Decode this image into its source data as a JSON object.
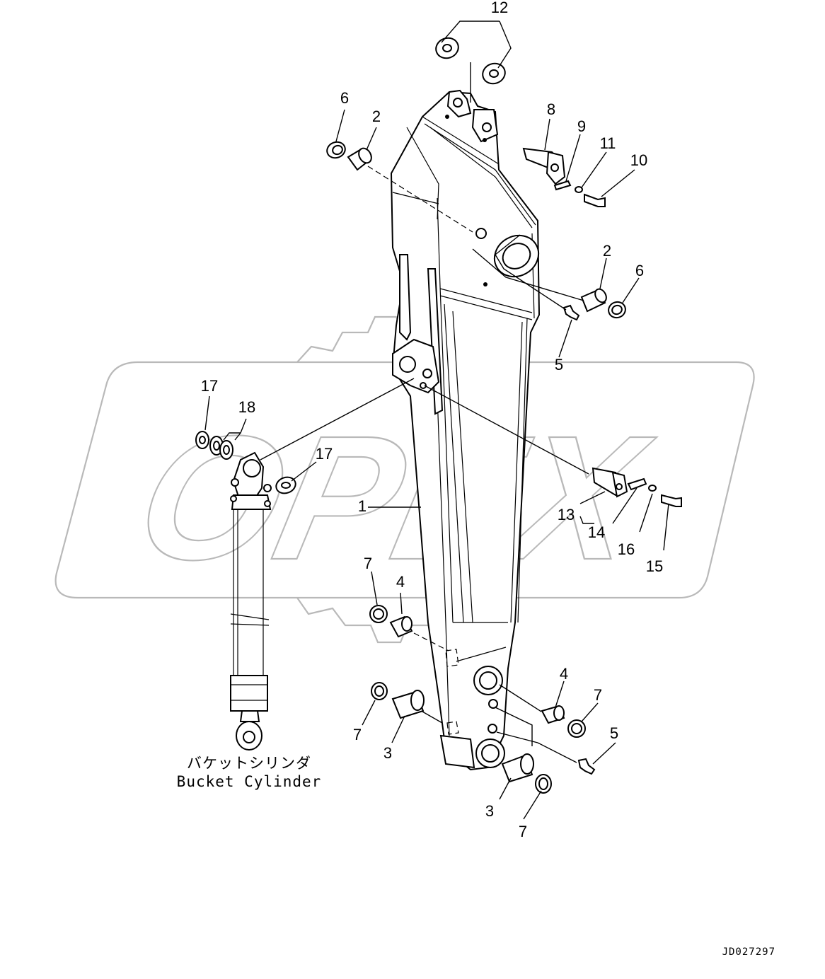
{
  "diagram": {
    "callouts": {
      "c1": "1",
      "c2a": "2",
      "c2b": "2",
      "c3a": "3",
      "c3b": "3",
      "c4a": "4",
      "c4b": "4",
      "c5a": "5",
      "c5b": "5",
      "c6a": "6",
      "c6b": "6",
      "c7a": "7",
      "c7b": "7",
      "c7c": "7",
      "c7d": "7",
      "c8": "8",
      "c9": "9",
      "c10": "10",
      "c11": "11",
      "c12": "12",
      "c13": "13",
      "c14": "14",
      "c15": "15",
      "c16": "16",
      "c17a": "17",
      "c17b": "17",
      "c18": "18"
    },
    "caption_jp": "バケットシリンダ",
    "caption_en": "Bucket Cylinder",
    "drawing_code": "JD027297",
    "watermark": "OPEX"
  }
}
